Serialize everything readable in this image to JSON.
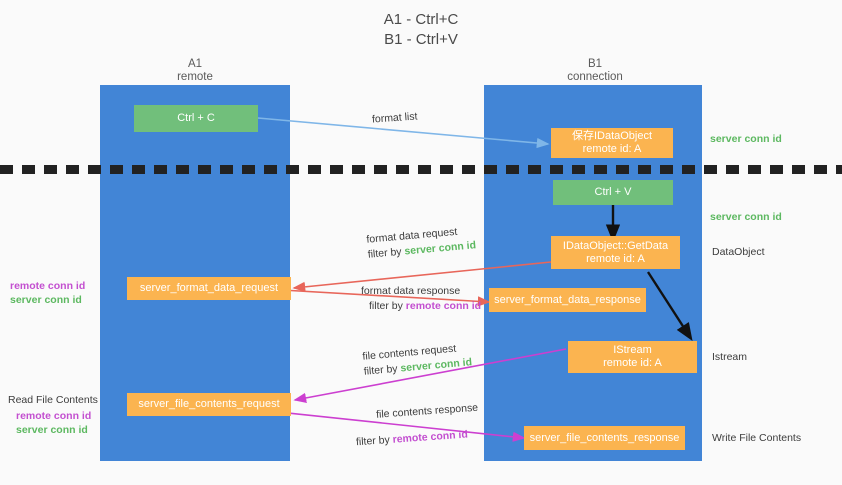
{
  "title": {
    "line1": "A1 - Ctrl+C",
    "line2": "B1 - Ctrl+V"
  },
  "columns": [
    {
      "name": "A1",
      "sub": "remote"
    },
    {
      "name": "B1",
      "sub": "connection"
    }
  ],
  "nodes": {
    "ctrl_c": "Ctrl + C",
    "ctrl_v": "Ctrl + V",
    "save_idataobject_l1": "保存IDataObject",
    "save_idataobject_l2": "remote id: A",
    "getdata_l1": "IDataObject::GetData",
    "getdata_l2": "remote id: A",
    "istream_l1": "IStream",
    "istream_l2": "remote id: A",
    "server_format_data_request": "server_format_data_request",
    "server_format_data_response": "server_format_data_response",
    "server_file_contents_request": "server_file_contents_request",
    "server_file_contents_response": "server_file_contents_response"
  },
  "edges": {
    "format_list": "format list",
    "format_data_request": "format data request",
    "format_data_request_filter_prefix": "filter by ",
    "format_data_request_filter_key": "server conn id",
    "format_data_response": "format data response",
    "format_data_response_filter_prefix": "filter by ",
    "format_data_response_filter_key": "remote conn id",
    "file_contents_request": "file contents request",
    "file_contents_request_filter_prefix": "filter by ",
    "file_contents_request_filter_key": "server conn id",
    "file_contents_response": "file contents response",
    "file_contents_response_filter_prefix": "filter by ",
    "file_contents_response_filter_key": "remote conn id"
  },
  "annotations": {
    "right_server_conn_id_1": "server conn id",
    "right_server_conn_id_2": "server conn id",
    "right_dataobject": "DataObject",
    "right_istream": "Istream",
    "right_write_file_contents": "Write File Contents",
    "left_remote_conn_id_1": "remote conn id",
    "left_server_conn_id_1": "server conn id",
    "left_read_file_contents": "Read File Contents",
    "left_remote_conn_id_2": "remote conn id",
    "left_server_conn_id_2": "server conn id"
  },
  "colors": {
    "lane": "#4285d6",
    "green_box": "#71bf7b",
    "orange_box": "#fbb450",
    "server_conn_id": "#5cb860",
    "remote_conn_id": "#c34fd0",
    "arrow_light_blue": "#7fb6e8",
    "arrow_red": "#e8665a",
    "arrow_magenta": "#cc3fd0",
    "arrow_black": "#111111",
    "background": "#fafafa"
  }
}
